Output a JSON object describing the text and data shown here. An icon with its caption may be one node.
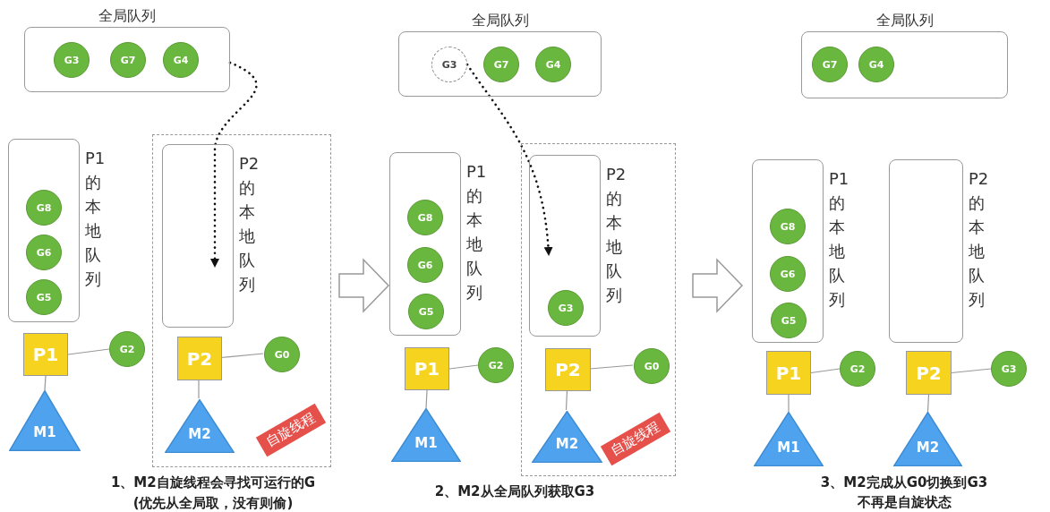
{
  "diagram": {
    "nodes": [
      {
        "text": [
          "全局队列"
        ]
      },
      {
        "text": [
          "G3"
        ],
        "in": 0
      },
      {
        "text": [
          "G7"
        ],
        "in": 0
      },
      {
        "text": [
          "G4"
        ],
        "in": 0
      },
      {
        "text": [
          "P1的本地队列"
        ]
      },
      {
        "text": [
          "G8"
        ],
        "in": 4
      },
      {
        "text": [
          "G6"
        ],
        "in": 4
      },
      {
        "text": [
          "G5"
        ],
        "in": 4
      },
      {
        "text": [
          "P1"
        ]
      },
      {
        "text": [
          "G2"
        ]
      },
      {
        "text": [
          "M1"
        ]
      },
      {
        "text": [
          "自旋线程"
        ]
      },
      {
        "text": [
          "P2的本地队列"
        ],
        "in": 11
      },
      {
        "text": [
          "P2"
        ],
        "in": 11
      },
      {
        "text": [
          "G0"
        ],
        "in": 11
      },
      {
        "text": [
          "M2"
        ],
        "in": 11
      },
      {
        "text": [
          "全局队列"
        ]
      },
      {
        "text": [
          "G3"
        ],
        "in": 16
      },
      {
        "text": [
          "G7"
        ],
        "in": 16
      },
      {
        "text": [
          "G4"
        ],
        "in": 16
      },
      {
        "text": [
          "P1的本地队列"
        ]
      },
      {
        "text": [
          "G8"
        ],
        "in": 20
      },
      {
        "text": [
          "G6"
        ],
        "in": 20
      },
      {
        "text": [
          "G5"
        ],
        "in": 20
      },
      {
        "text": [
          "P1"
        ]
      },
      {
        "text": [
          "G2"
        ]
      },
      {
        "text": [
          "M1"
        ]
      },
      {
        "text": [
          "自旋线程"
        ]
      },
      {
        "text": [
          "P2的本地队列"
        ],
        "in": 27
      },
      {
        "text": [
          "G3"
        ],
        "in": 28
      },
      {
        "text": [
          "P2"
        ],
        "in": 27
      },
      {
        "text": [
          "G0"
        ],
        "in": 27
      },
      {
        "text": [
          "M2"
        ],
        "in": 27
      },
      {
        "text": [
          "全局队列"
        ]
      },
      {
        "text": [
          "G7"
        ],
        "in": 33
      },
      {
        "text": [
          "G4"
        ],
        "in": 33
      },
      {
        "text": [
          "P1的本地队列"
        ]
      },
      {
        "text": [
          "G8"
        ],
        "in": 36
      },
      {
        "text": [
          "G6"
        ],
        "in": 36
      },
      {
        "text": [
          "G5"
        ],
        "in": 36
      },
      {
        "text": [
          "P1"
        ]
      },
      {
        "text": [
          "G2"
        ]
      },
      {
        "text": [
          "M1"
        ]
      },
      {
        "text": [
          "P2的本地队列"
        ]
      },
      {
        "text": [
          "P2"
        ]
      },
      {
        "text": [
          "G3"
        ]
      },
      {
        "text": [
          "M2"
        ]
      }
    ],
    "edges": [
      {
        "from": 0,
        "to": 12,
        "arrow": "to",
        "style": "dashed",
        "color": "#111111"
      },
      {
        "from": 8,
        "to": 9,
        "arrow": "none"
      },
      {
        "from": 8,
        "to": 10,
        "arrow": "none"
      },
      {
        "from": 13,
        "to": 14,
        "arrow": "none"
      },
      {
        "from": 13,
        "to": 15,
        "arrow": "none"
      },
      {
        "from": 17,
        "to": 28,
        "arrow": "to",
        "style": "dashed",
        "color": "#111111"
      },
      {
        "from": 24,
        "to": 25,
        "arrow": "none"
      },
      {
        "from": 24,
        "to": 26,
        "arrow": "none"
      },
      {
        "from": 30,
        "to": 31,
        "arrow": "none"
      },
      {
        "from": 30,
        "to": 32,
        "arrow": "none"
      },
      {
        "from": 40,
        "to": 41,
        "arrow": "none"
      },
      {
        "from": 40,
        "to": 42,
        "arrow": "none"
      },
      {
        "from": 44,
        "to": 45,
        "arrow": "none"
      },
      {
        "from": 44,
        "to": 46,
        "arrow": "none"
      }
    ],
    "labels": [
      "1、M2自旋线程会寻找可运行的G",
      "(优先从全局取，没有则偷)",
      "2、M2从全局队列获取G3",
      "3、M2完成从G0切换到G3",
      "不再是自旋状态"
    ]
  }
}
